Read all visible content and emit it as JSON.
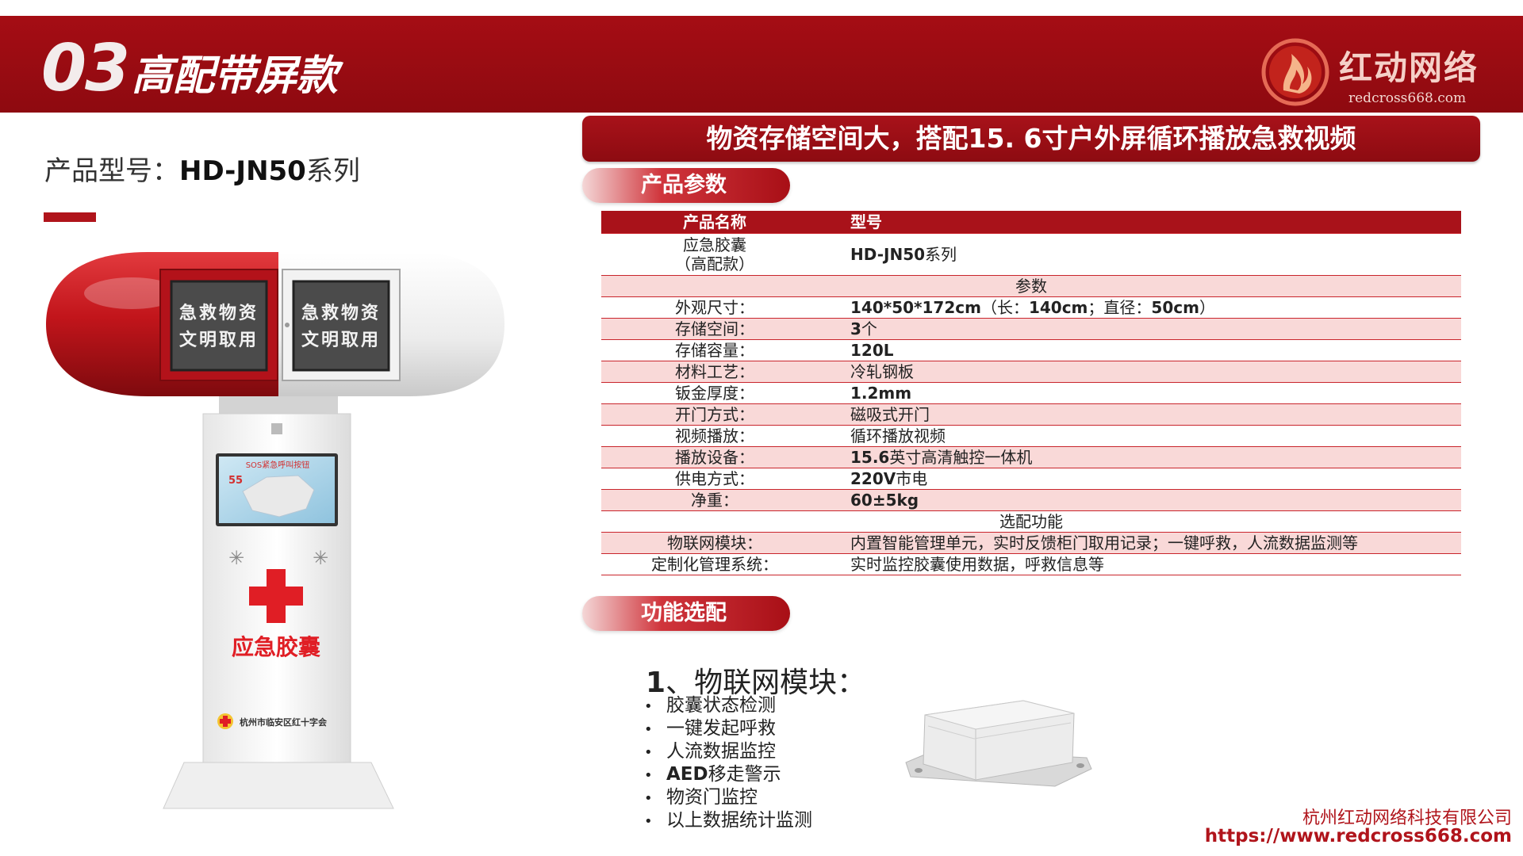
{
  "header": {
    "number": "03",
    "title": "高配带屏款"
  },
  "logo": {
    "name": "红动网络",
    "domain": "redcross668.com"
  },
  "model": {
    "label": "产品型号：",
    "value": "HD-JN50",
    "suffix": "系列"
  },
  "product_art": {
    "door_left_line1": "急救物资",
    "door_left_line2": "文明取用",
    "door_right_line1": "急救物资",
    "door_right_line2": "文明取用",
    "screen_title": "SOS紧急呼叫按钮",
    "screen_number": "55",
    "cabinet_label": "应急胶囊",
    "org_label": "杭州市临安区红十字会"
  },
  "banner": {
    "text": "物资存储空间大，搭配15. 6寸户外屏循环播放急救视频"
  },
  "sections": {
    "params": "产品参数",
    "options": "功能选配"
  },
  "spec_table": {
    "header": [
      "产品名称",
      "型号"
    ],
    "product": {
      "name_line1": "应急胶囊",
      "name_line2": "（高配款）",
      "model_bold": "HD-JN50",
      "model_rest": "系列"
    },
    "params_title": "参数",
    "rows": [
      {
        "label": "外观尺寸：",
        "bold": "140*50*172cm",
        "rest": "（长：",
        "bold2": "140cm",
        "rest2": "；直径：",
        "bold3": "50cm",
        "rest3": "）"
      },
      {
        "label": "存储空间：",
        "bold": "3",
        "rest": "个"
      },
      {
        "label": "存储容量：",
        "bold": "120L",
        "rest": ""
      },
      {
        "label": "材料工艺：",
        "bold": "",
        "rest": "冷轧钢板"
      },
      {
        "label": "钣金厚度：",
        "bold": "1.2mm",
        "rest": ""
      },
      {
        "label": "开门方式：",
        "bold": "",
        "rest": "磁吸式开门"
      },
      {
        "label": "视频播放：",
        "bold": "",
        "rest": "循环播放视频"
      },
      {
        "label": "播放设备：",
        "bold": "15.6",
        "rest": "英寸高清触控一体机"
      },
      {
        "label": "供电方式：",
        "bold": "220V",
        "rest": "市电"
      },
      {
        "label": "净重：",
        "bold": "60±5kg",
        "rest": ""
      }
    ],
    "options_title": "选配功能",
    "option_rows": [
      {
        "label": "物联网模块：",
        "value": "内置智能管理单元，实时反馈柜门取用记录；一键呼救，人流数据监测等"
      },
      {
        "label": "定制化管理系统：",
        "value": "实时监控胶囊使用数据，呼救信息等"
      }
    ]
  },
  "function": {
    "num": "1",
    "title": "、物联网模块：",
    "items": [
      {
        "bold": "",
        "text": "胶囊状态检测"
      },
      {
        "bold": "",
        "text": "一键发起呼救"
      },
      {
        "bold": "",
        "text": "人流数据监控"
      },
      {
        "bold": "AED",
        "text": "移走警示"
      },
      {
        "bold": "",
        "text": "物资门监控"
      },
      {
        "bold": "",
        "text": "以上数据统计监测"
      }
    ]
  },
  "footer": {
    "company": "杭州红动网络科技有限公司",
    "url": "https://www.redcross668.com"
  },
  "colors": {
    "brand_red": "#a50d14",
    "row_pink": "#f9d9d8"
  }
}
